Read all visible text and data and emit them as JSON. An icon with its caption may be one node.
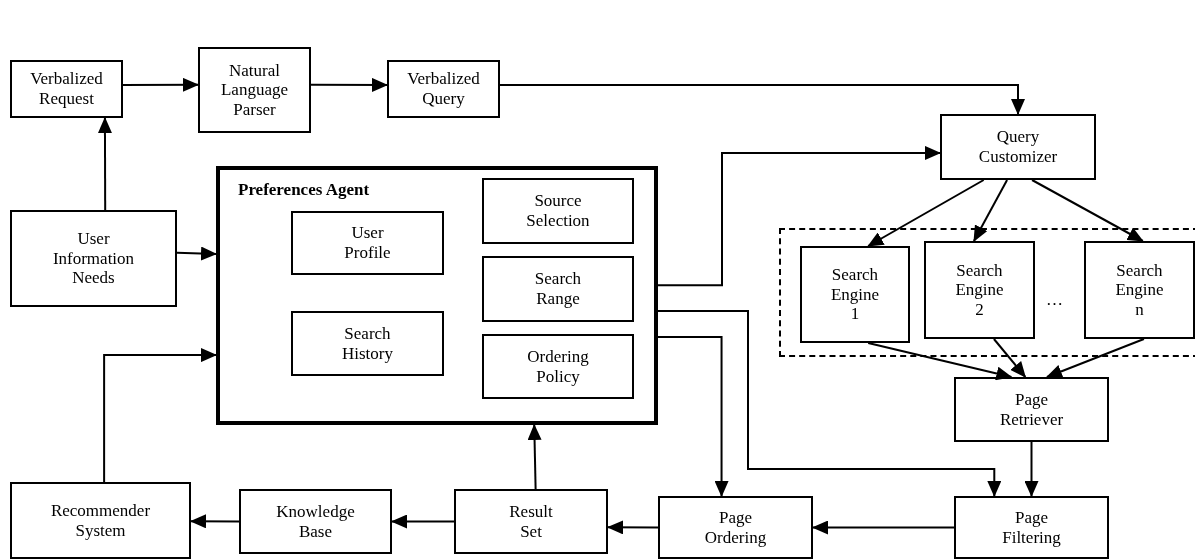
{
  "diagram": {
    "nodes": [
      {
        "text": [
          "Verbalized Request"
        ]
      },
      {
        "text": [
          "Natural Language Parser"
        ]
      },
      {
        "text": [
          "Verbalized Query"
        ]
      },
      {
        "text": [
          "Query Customizer"
        ]
      },
      {
        "text": [
          "User Information Needs"
        ]
      },
      {
        "text": [
          "Preferences Agent"
        ]
      },
      {
        "text": [
          "User Profile"
        ],
        "in": 5
      },
      {
        "text": [
          "Source Selection"
        ],
        "in": 5
      },
      {
        "text": [
          "Search Range"
        ],
        "in": 5
      },
      {
        "text": [
          "Search History"
        ],
        "in": 5
      },
      {
        "text": [
          "Ordering Policy"
        ],
        "in": 5
      },
      {
        "text": [],
        "shape": "box"
      },
      {
        "text": [
          "Search Engine 1"
        ],
        "in": 11
      },
      {
        "text": [
          "Search Engine 2"
        ],
        "in": 11
      },
      {
        "text": [
          "Search Engine n"
        ],
        "in": 11
      },
      {
        "text": [
          "Page Retriever"
        ]
      },
      {
        "text": [
          "Page Filtering"
        ]
      },
      {
        "text": [
          "Page Ordering"
        ]
      },
      {
        "text": [
          "Result Set"
        ]
      },
      {
        "text": [
          "Knowledge Base"
        ]
      },
      {
        "text": [
          "Recommender System"
        ]
      }
    ],
    "edges": [
      {
        "from": 4,
        "to": 0,
        "arrow": "to"
      },
      {
        "from": 0,
        "to": 1,
        "arrow": "to"
      },
      {
        "from": 1,
        "to": 2,
        "arrow": "to"
      },
      {
        "from": 2,
        "to": 3,
        "arrow": "to"
      },
      {
        "from": 4,
        "to": 5,
        "arrow": "to"
      },
      {
        "from": 20,
        "to": 5,
        "arrow": "to"
      },
      {
        "from": 5,
        "to": 3,
        "arrow": "to"
      },
      {
        "from": 5,
        "to": 16,
        "arrow": "to"
      },
      {
        "from": 5,
        "to": 17,
        "arrow": "to"
      },
      {
        "from": 3,
        "to": 12,
        "arrow": "to"
      },
      {
        "from": 3,
        "to": 13,
        "arrow": "to"
      },
      {
        "from": 3,
        "to": 14,
        "arrow": "to"
      },
      {
        "from": 12,
        "to": 15,
        "arrow": "to"
      },
      {
        "from": 13,
        "to": 15,
        "arrow": "to"
      },
      {
        "from": 14,
        "to": 15,
        "arrow": "to"
      },
      {
        "from": 15,
        "to": 16,
        "arrow": "to"
      },
      {
        "from": 16,
        "to": 17,
        "arrow": "to"
      },
      {
        "from": 17,
        "to": 18,
        "arrow": "to"
      },
      {
        "from": 18,
        "to": 5,
        "arrow": "to"
      },
      {
        "from": 18,
        "to": 19,
        "arrow": "to"
      },
      {
        "from": 19,
        "to": 20,
        "arrow": "to"
      }
    ],
    "labels": [
      "…"
    ]
  }
}
